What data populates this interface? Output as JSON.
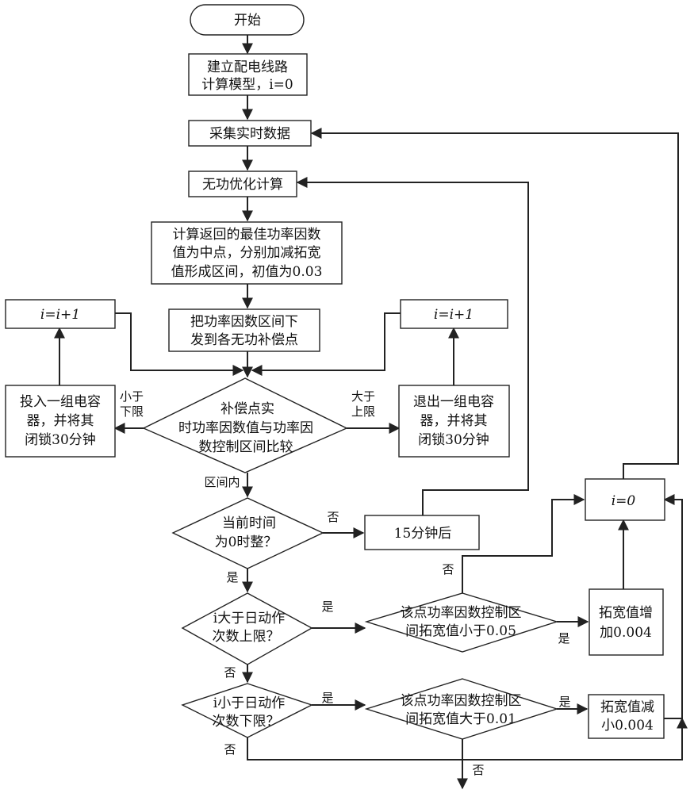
{
  "diagram": {
    "nodes": [
      {
        "id": "start",
        "lines": [
          "开始"
        ]
      },
      {
        "id": "build_model",
        "lines": [
          "建立配电线路",
          "计算模型，i=0"
        ]
      },
      {
        "id": "collect_data",
        "lines": [
          "采集实时数据"
        ]
      },
      {
        "id": "var_optimize",
        "lines": [
          "无功优化计算"
        ]
      },
      {
        "id": "compute_interval",
        "lines": [
          "计算返回的最佳功率因数",
          "值为中点，分别加减拓宽",
          "值形成区间，初值为0.03"
        ]
      },
      {
        "id": "dispatch_interval",
        "lines": [
          "把功率因数区间下",
          "发到各无功补偿点"
        ]
      },
      {
        "id": "counter_left",
        "lines": [
          "i=i+1"
        ]
      },
      {
        "id": "counter_right",
        "lines": [
          "i=i+1"
        ]
      },
      {
        "id": "insert_capacitor",
        "lines": [
          "投入一组电容",
          "器，并将其",
          "闭锁30分钟"
        ]
      },
      {
        "id": "withdraw_capacitor",
        "lines": [
          "退出一组电容",
          "器，并将其",
          "闭锁30分钟"
        ]
      },
      {
        "id": "compare_pf",
        "lines": [
          "补偿点实",
          "时功率因数值与功率因",
          "数控制区间比较"
        ]
      },
      {
        "id": "check_midnight",
        "lines": [
          "当前时间",
          "为0时整？"
        ]
      },
      {
        "id": "wait_15min",
        "lines": [
          "15分钟后"
        ]
      },
      {
        "id": "reset_i",
        "lines": [
          "i=0"
        ]
      },
      {
        "id": "check_i_upper",
        "lines": [
          "i大于日动作",
          "次数上限？"
        ]
      },
      {
        "id": "check_width_upper",
        "lines": [
          "该点功率因数控制区",
          "间拓宽值小于0.05"
        ]
      },
      {
        "id": "increase_width",
        "lines": [
          "拓宽值增",
          "加0.004"
        ]
      },
      {
        "id": "check_i_lower",
        "lines": [
          "i小于日动作",
          "次数下限？"
        ]
      },
      {
        "id": "check_width_lower",
        "lines": [
          "该点功率因数控制区",
          "间拓宽值大于0.01"
        ]
      },
      {
        "id": "decrease_width",
        "lines": [
          "拓宽值减",
          "小0.004"
        ]
      }
    ],
    "edge_labels": {
      "below_lower": [
        "小于",
        "下限"
      ],
      "above_upper": [
        "大于",
        "上限"
      ],
      "within": "区间内",
      "no_midnight": "否",
      "yes_midnight": "是",
      "yes_upper": "是",
      "no_upper": "否",
      "yes_width_upper": "是",
      "no_width_upper": "否",
      "yes_lower": "是",
      "no_lower": "否",
      "yes_width_lower": "是",
      "no_width_lower": "否"
    }
  }
}
